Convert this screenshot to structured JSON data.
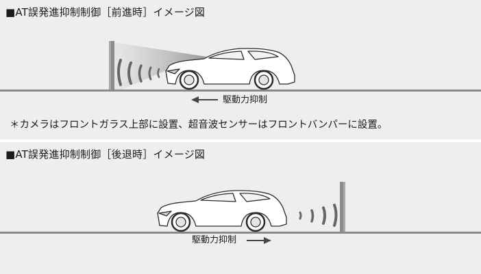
{
  "panels": [
    {
      "title": "■AT誤発進抑制制御［前進時］イメージ図",
      "drive_label": "駆動力抑制",
      "note": "＊カメラはフロントガラス上部に設置、超音波センサーはフロントバンパーに設置。"
    },
    {
      "title": "■AT誤発進抑制制御［後退時］イメージ図",
      "drive_label": "駆動力抑制"
    }
  ],
  "colors": {
    "panel_bg": "#eeeeee",
    "ground": "#8a8a8a",
    "wall": "#8c8c8c",
    "car_body": "#ffffff",
    "car_outline": "#2a2a2a",
    "sensor_wave": "#666666",
    "camera_beam": "#9c9c9c"
  },
  "icons": [
    "wall",
    "car",
    "ultrasonic-wave",
    "camera-beam",
    "arrow-left",
    "arrow-right"
  ]
}
